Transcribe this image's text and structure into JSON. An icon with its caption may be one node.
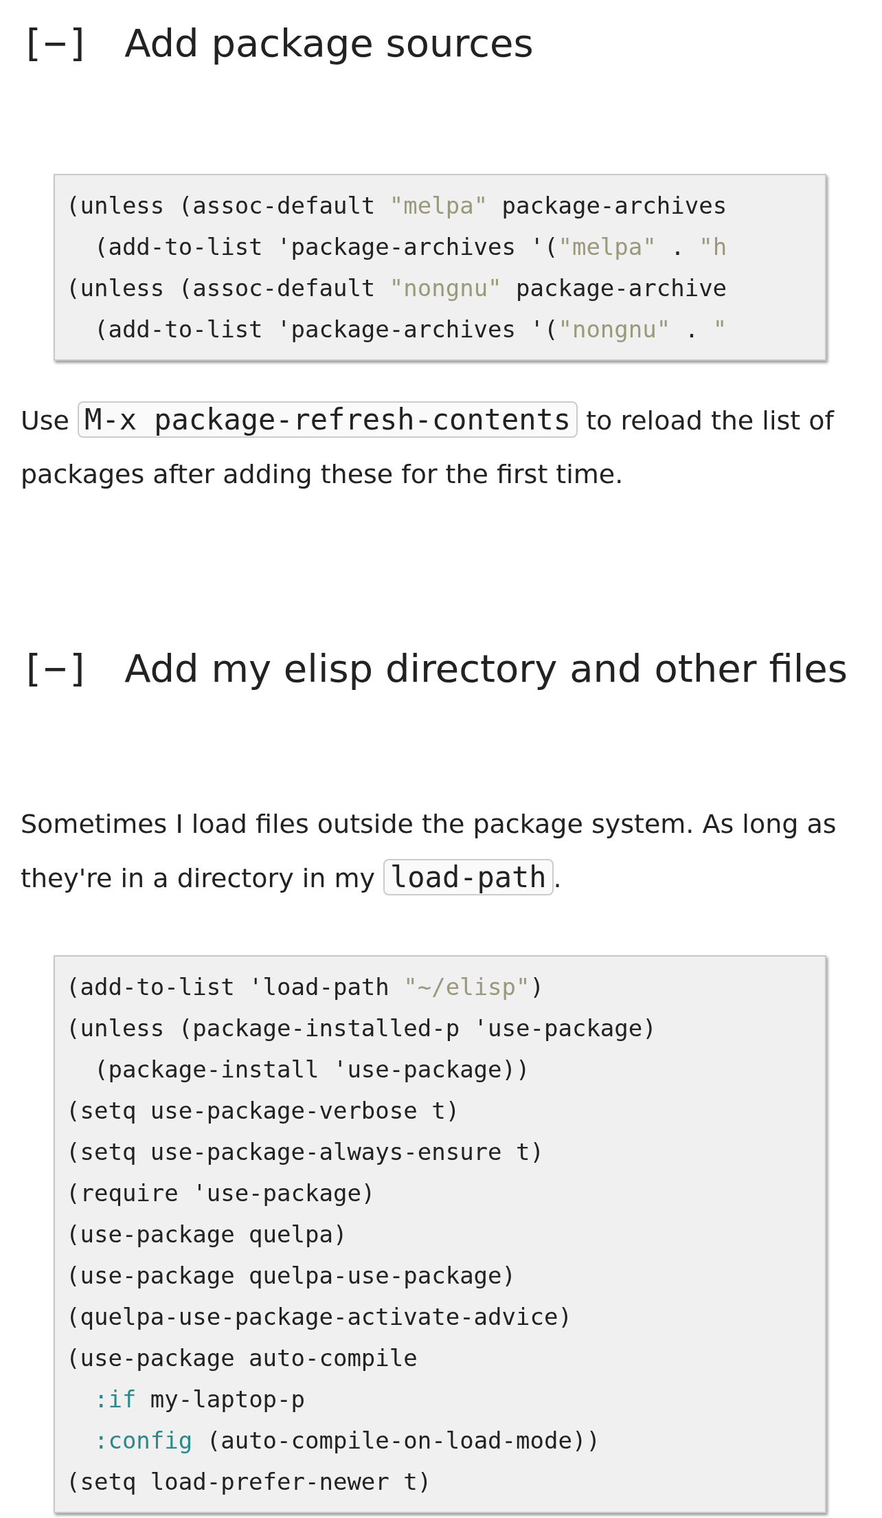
{
  "diagram": {
    "labels": [
      "[−]",
      "Add package sources",
      "(unless (assoc-default \"melpa\" package-archives",
      "  (add-to-list 'package-archives '(\"melpa\" . \"h",
      "(unless (assoc-default \"nongnu\" package-archive",
      "  (add-to-list 'package-archives '(\"nongnu\" . \"",
      "Use",
      "M-x package-refresh-contents",
      "to reload the list of packages after adding these for the first time.",
      "[−]",
      "Add my elisp directory and other files",
      "Sometimes I load files outside the package system. As long as they're in a directory in my",
      "load-path",
      ".",
      "(add-to-list 'load-path \"~/elisp\")",
      "(unless (package-installed-p 'use-package)",
      "  (package-install 'use-package))",
      "(setq use-package-verbose t)",
      "(setq use-package-always-ensure t)",
      "(require 'use-package)",
      "(use-package quelpa)",
      "(use-package quelpa-use-package)",
      "(quelpa-use-package-activate-advice)",
      "(use-package auto-compile",
      "  :if my-laptop-p",
      "  :config (auto-compile-on-load-mode))",
      "(setq load-prefer-newer t)"
    ]
  }
}
